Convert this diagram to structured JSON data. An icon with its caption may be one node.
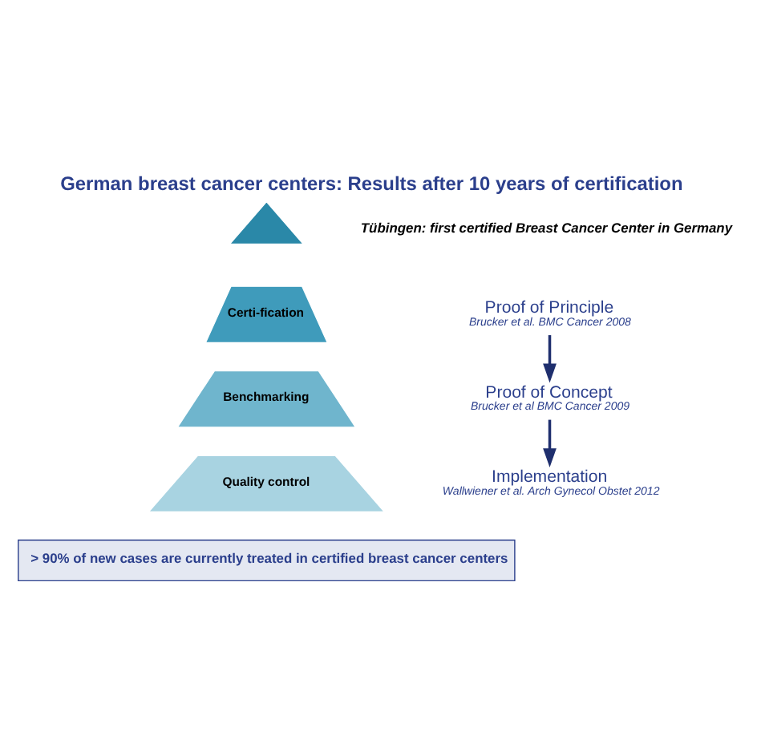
{
  "diagram": {
    "title": "German breast cancer centers: Results after 10 years of certification",
    "caption": "> 90% of new cases are currently treated in certified breast cancer centers",
    "nodes": [
      {
        "text": [
          "Proof of Principle",
          "Brucker et al. BMC Cancer 2008"
        ]
      },
      {
        "text": [
          "Proof of Concept",
          "Brucker et al BMC Cancer 2009"
        ]
      },
      {
        "text": [
          "Implementation",
          "Wallwiener et al. Arch Gynecol Obstet 2012"
        ]
      },
      {
        "text": [],
        "shape": "triangle"
      },
      {
        "text": [
          "Certi-fication"
        ]
      },
      {
        "text": [
          "Benchmarking"
        ]
      },
      {
        "text": [
          "Quality control"
        ]
      }
    ],
    "edges": [
      {
        "from": 0,
        "to": 1,
        "arrow": "to"
      },
      {
        "from": 1,
        "to": 2,
        "arrow": "to"
      }
    ],
    "labels": [
      "Tübingen: first certified Breast Cancer Center in Germany"
    ]
  }
}
